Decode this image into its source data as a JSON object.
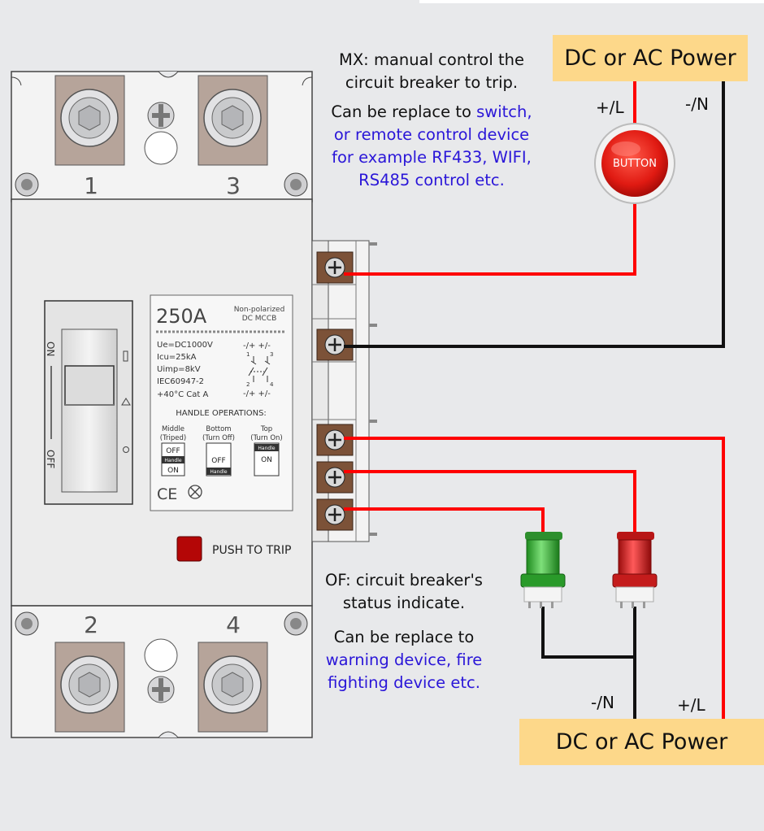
{
  "power_top": {
    "label": "DC or AC Power",
    "pos_label": "+/L",
    "neg_label": "-/N"
  },
  "power_bottom": {
    "label": "DC or AC Power",
    "pos_label": "+/L",
    "neg_label": "-/N"
  },
  "button": {
    "label": "BUTTON"
  },
  "mx_note": {
    "line1": "MX: manual control the",
    "line2": "circuit breaker to trip.",
    "line3a": "Can be replace to ",
    "line3b": "switch,",
    "line4": "or remote control device",
    "line5": "for example RF433, WIFI,",
    "line6": "RS485 control etc."
  },
  "of_note": {
    "line1": "OF: circuit breaker's",
    "line2": "status indicate.",
    "line3": "Can be replace to",
    "line4": "warning device, fire",
    "line5": "fighting device etc."
  },
  "breaker": {
    "terminals_top": [
      "1",
      "3"
    ],
    "terminals_bottom": [
      "2",
      "4"
    ],
    "handle_on": "ON",
    "handle_off": "OFF",
    "push_to_trip": "PUSH TO TRIP",
    "rating": "250A",
    "type_line1": "Non-polarized",
    "type_line2": "DC MCCB",
    "spec_ue": "Ue=DC1000V",
    "spec_icu": "Icu=25kA",
    "spec_uimp": "Uimp=8kV",
    "spec_iec": "IEC60947-2",
    "spec_temp": "+40°C  Cat A",
    "polarity_top": "-/+  +/-",
    "polarity_bottom": "-/+  +/-",
    "pole_1": "1",
    "pole_3": "3",
    "pole_2": "2",
    "pole_4": "4",
    "handle_ops_title": "HANDLE OPERATIONS:",
    "op_middle": "Middle",
    "op_middle_sub": "(Triped)",
    "op_bottom": "Bottom",
    "op_bottom_sub": "(Turn Off)",
    "op_top": "Top",
    "op_top_sub": "(Turn On)",
    "op_off": "OFF",
    "op_handle": "Handle",
    "op_on": "ON",
    "ce_mark": "CE"
  },
  "colors": {
    "wire_red": "#ff0000",
    "wire_black": "#111111",
    "power_box": "#fdd88a",
    "note_blue": "#2a16d8"
  }
}
